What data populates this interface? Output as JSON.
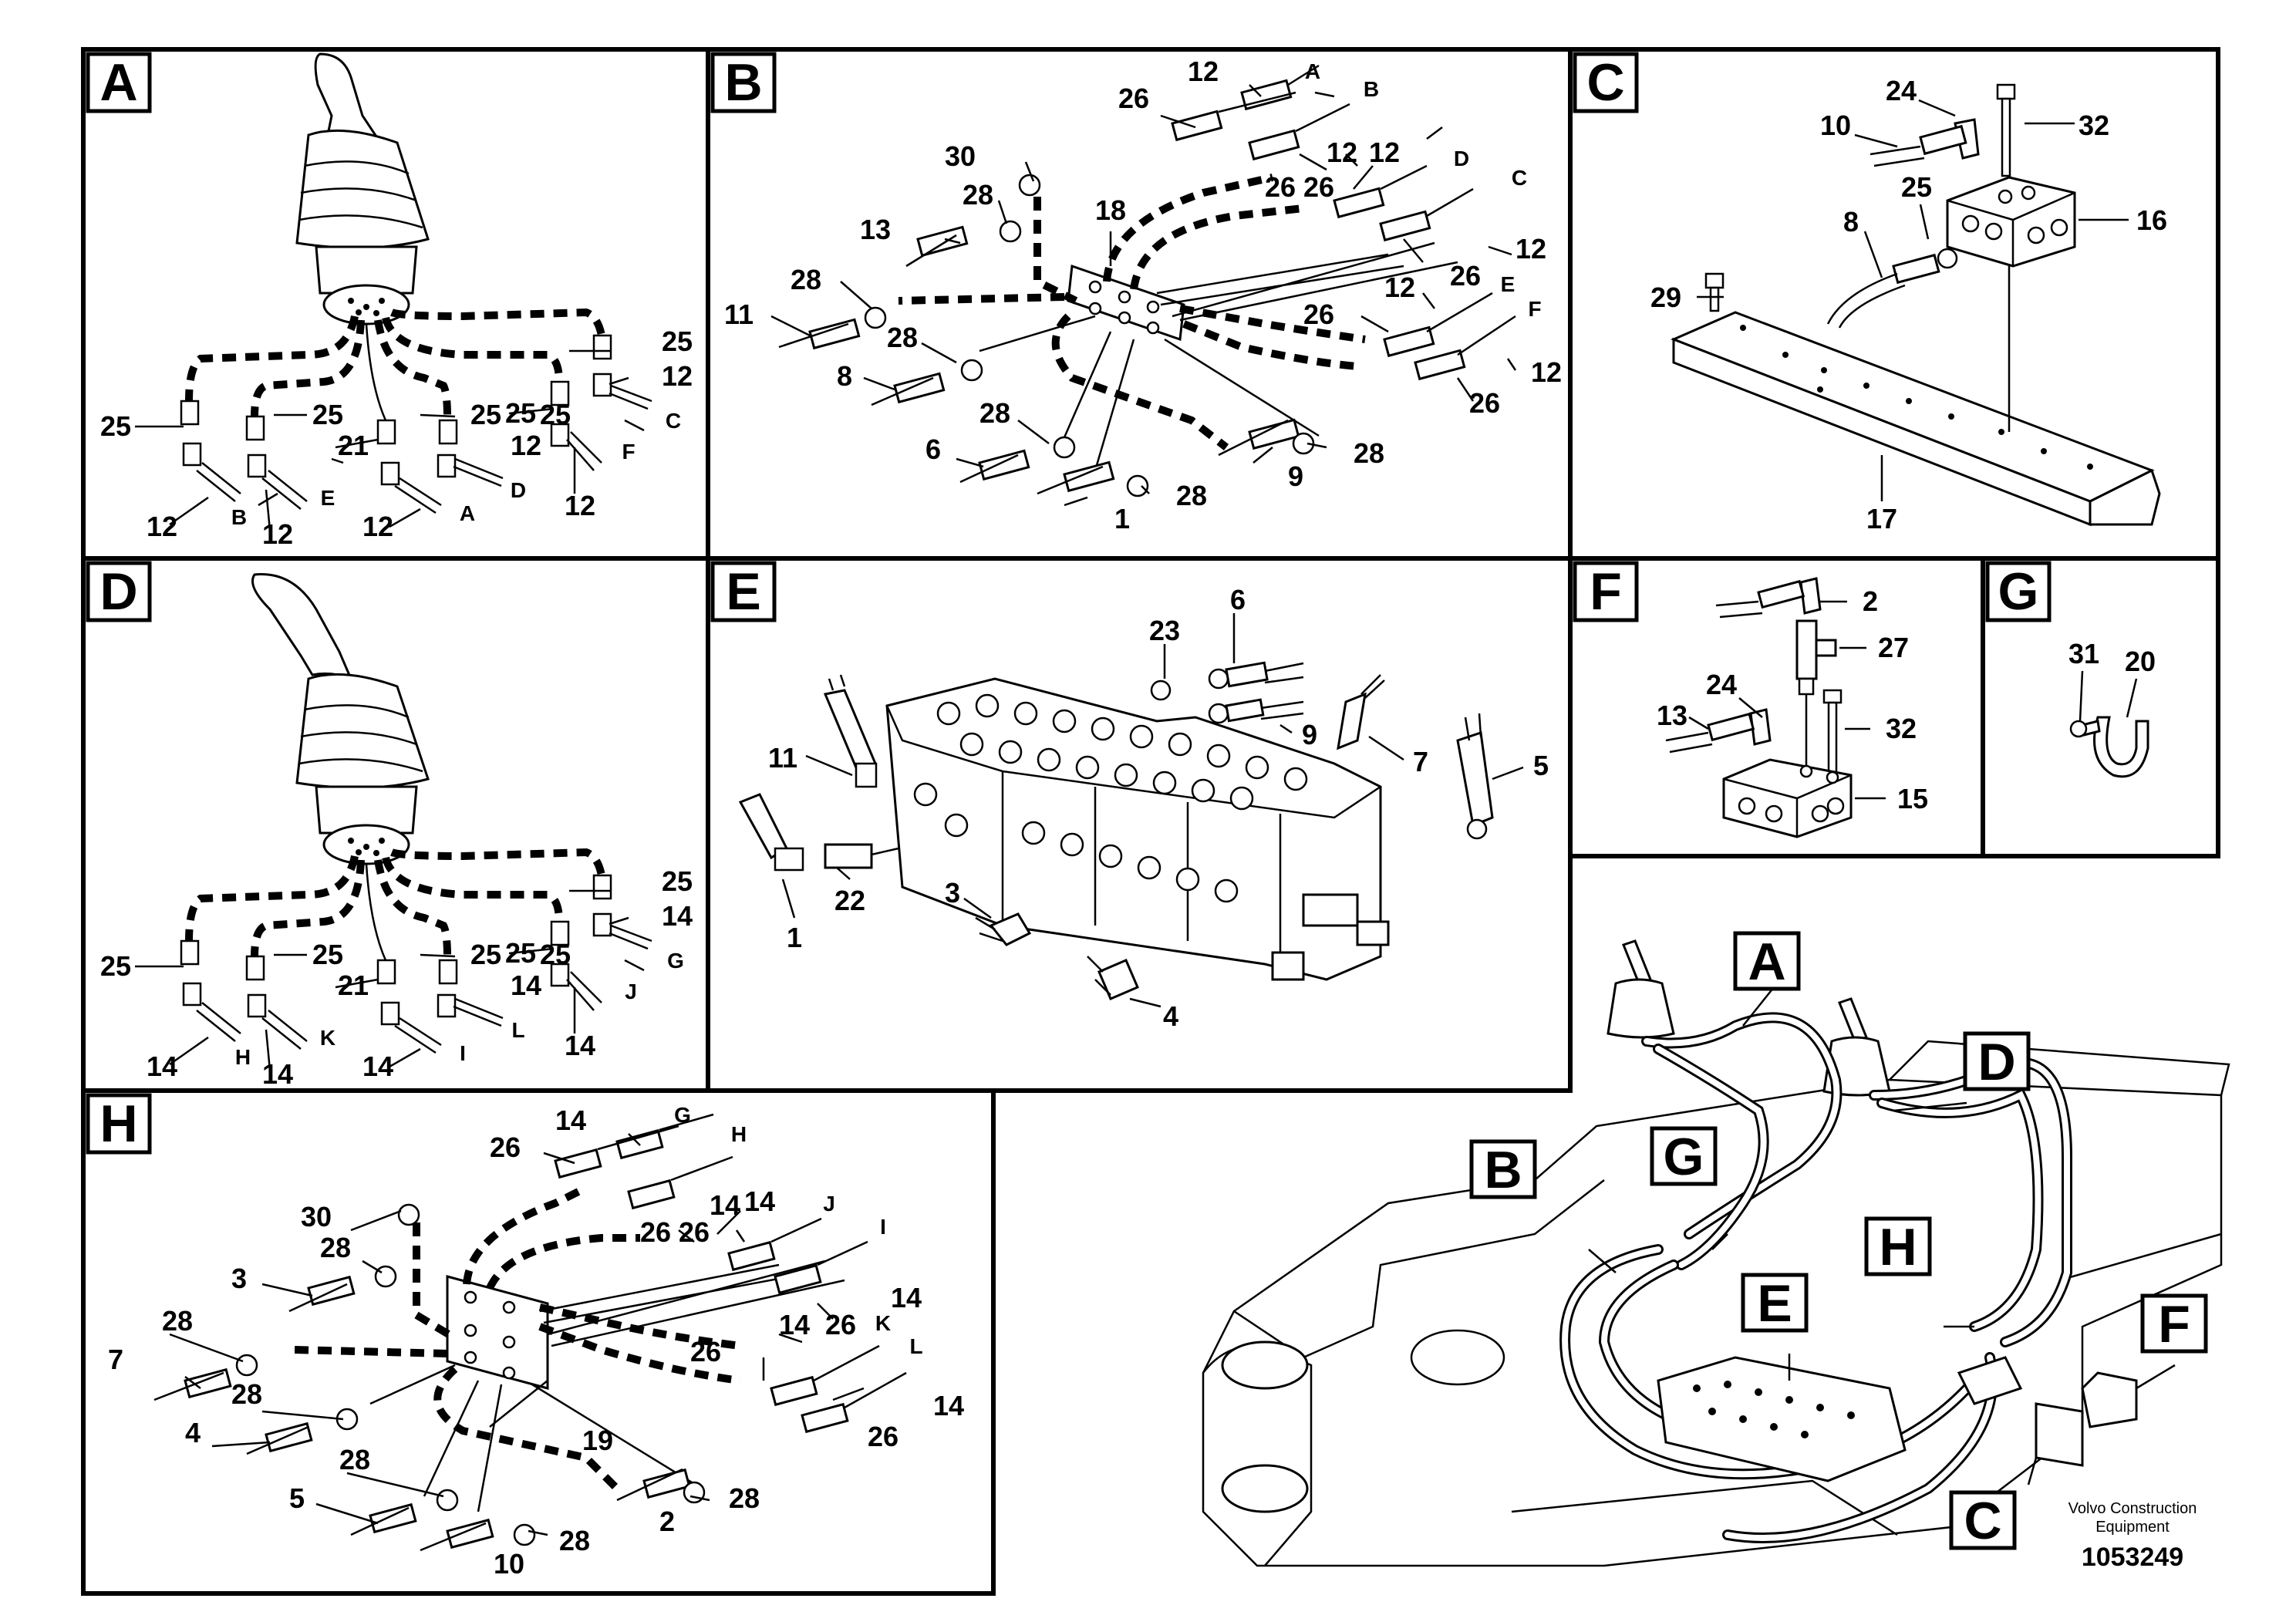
{
  "panels": {
    "A": {
      "tag": "A",
      "callouts": [
        "25",
        "25",
        "25",
        "21",
        "25",
        "25",
        "25",
        "12",
        "12",
        "12",
        "12",
        "12",
        "12"
      ],
      "letters": [
        "B",
        "E",
        "A",
        "D",
        "F",
        "C"
      ]
    },
    "B": {
      "tag": "B",
      "callouts": [
        "26",
        "12",
        "12",
        "30",
        "28",
        "13",
        "28",
        "11",
        "28",
        "8",
        "28",
        "6",
        "1",
        "28",
        "9",
        "28",
        "18",
        "12",
        "26",
        "26",
        "12",
        "26",
        "12",
        "26",
        "12",
        "26",
        "12",
        "26"
      ],
      "letters": [
        "A",
        "B",
        "D",
        "C",
        "E",
        "F"
      ]
    },
    "C": {
      "tag": "C",
      "callouts": [
        "24",
        "32",
        "10",
        "25",
        "16",
        "8",
        "29",
        "17"
      ]
    },
    "D": {
      "tag": "D",
      "callouts": [
        "25",
        "25",
        "25",
        "21",
        "25",
        "25",
        "25",
        "14",
        "14",
        "14",
        "14",
        "14",
        "14"
      ],
      "letters": [
        "H",
        "K",
        "I",
        "L",
        "J",
        "G"
      ]
    },
    "E": {
      "tag": "E",
      "callouts": [
        "23",
        "6",
        "9",
        "7",
        "5",
        "11",
        "22",
        "1",
        "3",
        "4"
      ]
    },
    "F": {
      "tag": "F",
      "callouts": [
        "2",
        "27",
        "24",
        "13",
        "32",
        "15"
      ]
    },
    "G": {
      "tag": "G",
      "callouts": [
        "31",
        "20"
      ]
    },
    "H": {
      "tag": "H",
      "callouts": [
        "26",
        "14",
        "14",
        "30",
        "28",
        "3",
        "28",
        "7",
        "28",
        "4",
        "28",
        "5",
        "10",
        "28",
        "2",
        "28",
        "19",
        "14",
        "26",
        "26",
        "14",
        "26",
        "14",
        "26",
        "14",
        "26",
        "14",
        "26"
      ],
      "letters": [
        "G",
        "H",
        "J",
        "I",
        "K",
        "L"
      ]
    }
  },
  "overview": {
    "tags": [
      "A",
      "B",
      "G",
      "D",
      "H",
      "E",
      "F",
      "C"
    ]
  },
  "footer": {
    "company": "Volvo Construction",
    "company2": "Equipment",
    "drawing_number": "1053249"
  }
}
